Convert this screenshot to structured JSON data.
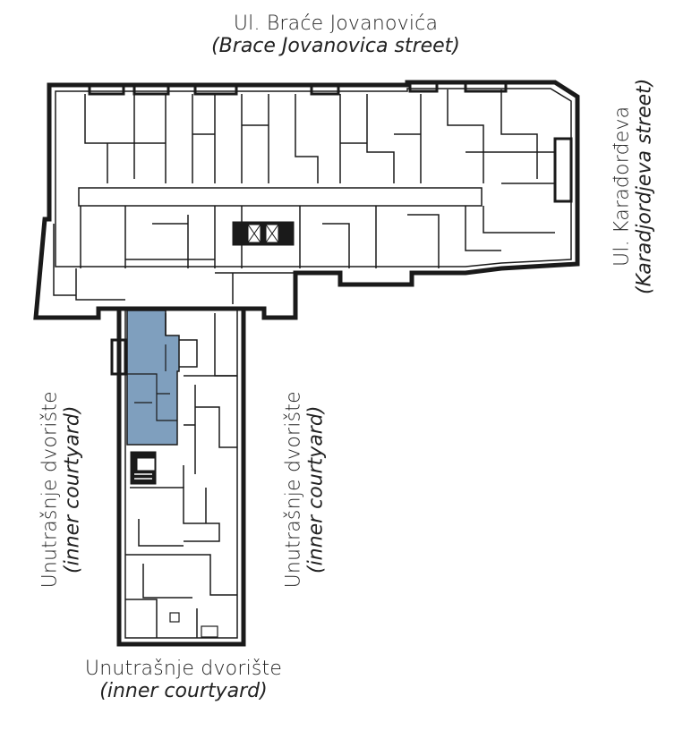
{
  "labels": {
    "top": {
      "name": "Ul. Braće Jovanovića",
      "translation": "(Brace Jovanovica street)"
    },
    "right": {
      "name": "Ul. Karađorđeva",
      "translation": "(Karadjordjeva street)"
    },
    "left": {
      "name": "Unutrašnje dvorište",
      "translation": "(inner courtyard)"
    },
    "inner": {
      "name": "Unutrašnje dvorište",
      "translation": "(inner courtyard)"
    },
    "bottom": {
      "name": "Unutrašnje dvorište",
      "translation": "(inner courtyard)"
    }
  },
  "colors": {
    "wall": "#1a1a1a",
    "highlight": "#7f9fbe",
    "background": "#ffffff"
  },
  "icons": {
    "elevator": "elevator-icon",
    "stairs": "stairs-icon"
  }
}
